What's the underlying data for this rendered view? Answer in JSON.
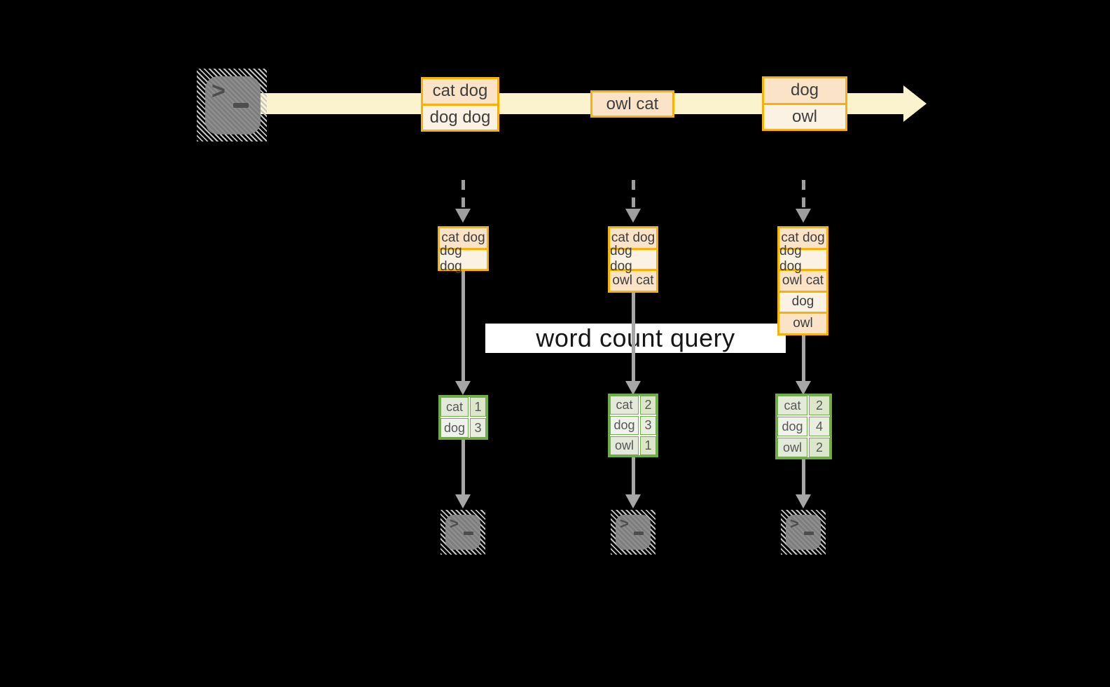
{
  "query": {
    "label": "word count query"
  },
  "terminal": {
    "prompt": ">"
  },
  "icons": {
    "source": "terminal-icon",
    "sinks": [
      "terminal-icon",
      "terminal-icon",
      "terminal-icon"
    ],
    "stream": "right-arrow",
    "connectors": "down-arrow"
  },
  "colors": {
    "background": "#000000",
    "stream_band": "#FBF2CE",
    "event_border": "#F5B207",
    "event_fill_dark": "#FAE3C7",
    "event_fill_light": "#FCF2E3",
    "connector_gray": "#A6A6A6",
    "table_border": "#70AD47",
    "query_banner": "#FFFFFF"
  },
  "stream_events": [
    {
      "lines": [
        "cat dog",
        "dog dog"
      ]
    },
    {
      "lines": [
        "owl cat"
      ]
    },
    {
      "lines": [
        "dog",
        "owl"
      ]
    }
  ],
  "snapshots": [
    {
      "buffer": [
        "cat dog",
        "dog dog"
      ],
      "counts": [
        {
          "word": "cat",
          "count": "1"
        },
        {
          "word": "dog",
          "count": "3"
        }
      ]
    },
    {
      "buffer": [
        "cat dog",
        "dog dog",
        "owl cat"
      ],
      "counts": [
        {
          "word": "cat",
          "count": "2"
        },
        {
          "word": "dog",
          "count": "3"
        },
        {
          "word": "owl",
          "count": "1"
        }
      ]
    },
    {
      "buffer": [
        "cat dog",
        "dog dog",
        "owl cat",
        "dog",
        "owl"
      ],
      "counts": [
        {
          "word": "cat",
          "count": "2"
        },
        {
          "word": "dog",
          "count": "4"
        },
        {
          "word": "owl",
          "count": "2"
        }
      ]
    }
  ]
}
